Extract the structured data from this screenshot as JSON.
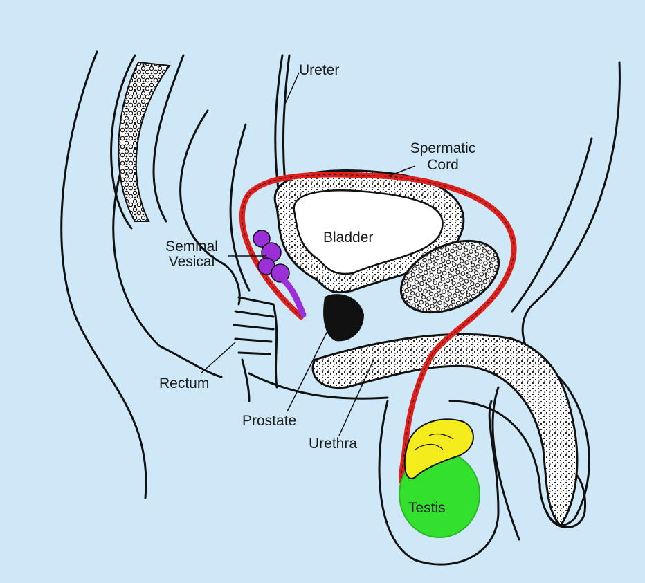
{
  "labels": {
    "ureter": "Ureter",
    "spermatic_cord_line1": "Spermatic",
    "spermatic_cord_line2": "Cord",
    "bladder": "Bladder",
    "seminal_vesical_line1": "Seminal",
    "seminal_vesical_line2": "Vesical",
    "rectum": "Rectum",
    "prostate": "Prostate",
    "urethra": "Urethra",
    "testis": "Testis"
  },
  "colors": {
    "background": "#cfe8f7",
    "outline": "#111111",
    "tissue_fill": "#ffffff",
    "spermatic_cord": "#e0201c",
    "seminal_vesicle": "#9b2fd8",
    "epididymis": "#f4ec1c",
    "testis": "#33e02e"
  }
}
